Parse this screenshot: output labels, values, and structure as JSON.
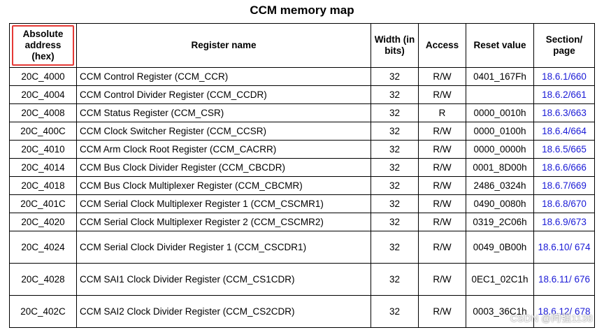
{
  "title": "CCM memory map",
  "headers": {
    "address": "Absolute address (hex)",
    "name": "Register name",
    "width": "Width (in bits)",
    "access": "Access",
    "reset": "Reset value",
    "section": "Section/ page"
  },
  "rows": [
    {
      "address": "20C_4000",
      "name": "CCM Control Register (CCM_CCR)",
      "width": "32",
      "access": "R/W",
      "reset": "0401_167Fh",
      "section": "18.6.1/660"
    },
    {
      "address": "20C_4004",
      "name": "CCM Control Divider Register (CCM_CCDR)",
      "width": "32",
      "access": "R/W",
      "reset": "",
      "section": "18.6.2/661"
    },
    {
      "address": "20C_4008",
      "name": "CCM Status Register (CCM_CSR)",
      "width": "32",
      "access": "R",
      "reset": "0000_0010h",
      "section": "18.6.3/663"
    },
    {
      "address": "20C_400C",
      "name": "CCM Clock Switcher Register (CCM_CCSR)",
      "width": "32",
      "access": "R/W",
      "reset": "0000_0100h",
      "section": "18.6.4/664"
    },
    {
      "address": "20C_4010",
      "name": "CCM Arm Clock Root Register (CCM_CACRR)",
      "width": "32",
      "access": "R/W",
      "reset": "0000_0000h",
      "section": "18.6.5/665"
    },
    {
      "address": "20C_4014",
      "name": "CCM Bus Clock Divider Register (CCM_CBCDR)",
      "width": "32",
      "access": "R/W",
      "reset": "0001_8D00h",
      "section": "18.6.6/666"
    },
    {
      "address": "20C_4018",
      "name": "CCM Bus Clock Multiplexer Register (CCM_CBCMR)",
      "width": "32",
      "access": "R/W",
      "reset": "2486_0324h",
      "section": "18.6.7/669"
    },
    {
      "address": "20C_401C",
      "name": "CCM Serial Clock Multiplexer Register 1 (CCM_CSCMR1)",
      "width": "32",
      "access": "R/W",
      "reset": "0490_0080h",
      "section": "18.6.8/670"
    },
    {
      "address": "20C_4020",
      "name": "CCM Serial Clock Multiplexer Register 2 (CCM_CSCMR2)",
      "width": "32",
      "access": "R/W",
      "reset": "0319_2C06h",
      "section": "18.6.9/673"
    },
    {
      "address": "20C_4024",
      "name": "CCM Serial Clock Divider Register 1 (CCM_CSCDR1)",
      "width": "32",
      "access": "R/W",
      "reset": "0049_0B00h",
      "section": "18.6.10/ 674"
    },
    {
      "address": "20C_4028",
      "name": "CCM SAI1 Clock Divider Register (CCM_CS1CDR)",
      "width": "32",
      "access": "R/W",
      "reset": "0EC1_02C1h",
      "section": "18.6.11/ 676"
    },
    {
      "address": "20C_402C",
      "name": "CCM SAI2 Clock Divider Register (CCM_CS2CDR)",
      "width": "32",
      "access": "R/W",
      "reset": "0003_36C1h",
      "section": "18.6.12/ 678"
    }
  ],
  "watermark": "CSDN @阿强1138",
  "colors": {
    "link": "#1a1ad6",
    "highlight": "#e53935"
  }
}
